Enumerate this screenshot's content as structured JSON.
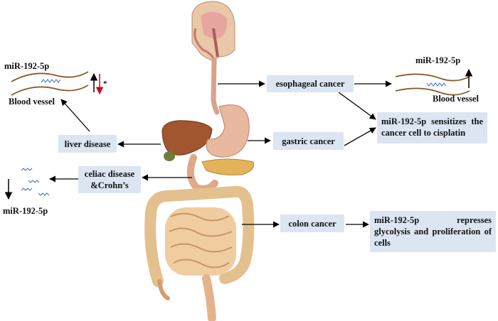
{
  "labels": {
    "mir_left": "miR-192-5p",
    "blood_vessel_left": "Blood vessel",
    "asterisk": "*",
    "mir_right": "miR-192-5p",
    "blood_vessel_right": "Blood vessel",
    "mir_bottom": "miR-192-5p"
  },
  "boxes": {
    "esophageal": "esophageal cancer",
    "gastric": "gastric cancer",
    "liver": "liver disease",
    "celiac_line1": "celiac disease",
    "celiac_line2": "&Crohn’s",
    "colon": "colon cancer",
    "sensitizes": "miR-192-5p sensitizes the cancer cell to cisplatin",
    "represses": "miR-192-5p represses glycolysis and proliferation of cells"
  },
  "colors": {
    "box_fill": "#dce6f2",
    "vessel": "#8b5a2b",
    "mirna": "#3a6fb0",
    "down_arrow": "#d0021b",
    "arrow": "#000000"
  }
}
